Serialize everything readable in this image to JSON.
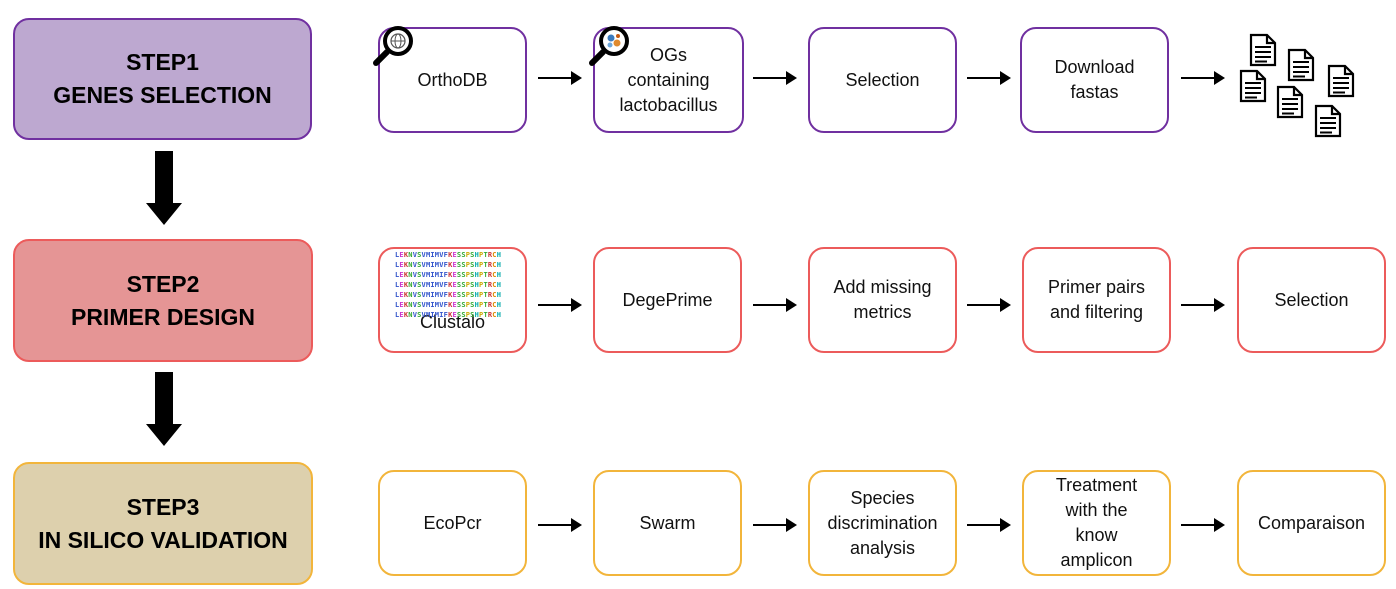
{
  "colors": {
    "step1_fill": "#bda8d0",
    "step1_border": "#7030a0",
    "step2_fill": "#e59595",
    "step2_border": "#ec5b5b",
    "step3_fill": "#ddd0ad",
    "step3_border": "#f2b53b"
  },
  "steps": [
    {
      "title": "STEP1",
      "subtitle": "GENES SELECTION"
    },
    {
      "title": "STEP2",
      "subtitle": "PRIMER DESIGN"
    },
    {
      "title": "STEP3",
      "subtitle": "IN SILICO VALIDATION"
    }
  ],
  "rows": [
    [
      "OrthoDB",
      "OGs\ncontaining\nlactobacillus",
      "Selection",
      "Download\nfastas"
    ],
    [
      "Clustalo",
      "DegePrime",
      "Add missing\nmetrics",
      "Primer pairs\nand filtering",
      "Selection"
    ],
    [
      "EcoPcr",
      "Swarm",
      "Species\ndiscrimination\nanalysis",
      "Treatment\nwith the\nknow\namplicon",
      "Comparaison"
    ]
  ],
  "alignment": [
    "LEKNVSVMIMVFKESSPSHPTRCH",
    "LEKNVSVMIMVFKESSPSHPTRCH",
    "LEKNVSVMIMIFKESSPSHPTRCH",
    "LEKNVSVMIMVFKESSPSHPTRCH",
    "LEKNVSVMIMVFKESSPSHPTRCH",
    "LEKNVSVMIMVFKESSPSHPTRCH",
    "LEKNVSVMIMIFKESSPSHPTRCH"
  ],
  "icons": {
    "orthodb": "magnifier-globe-icon",
    "ogs": "magnifier-bacteria-icon",
    "fastas": "document-icon"
  }
}
